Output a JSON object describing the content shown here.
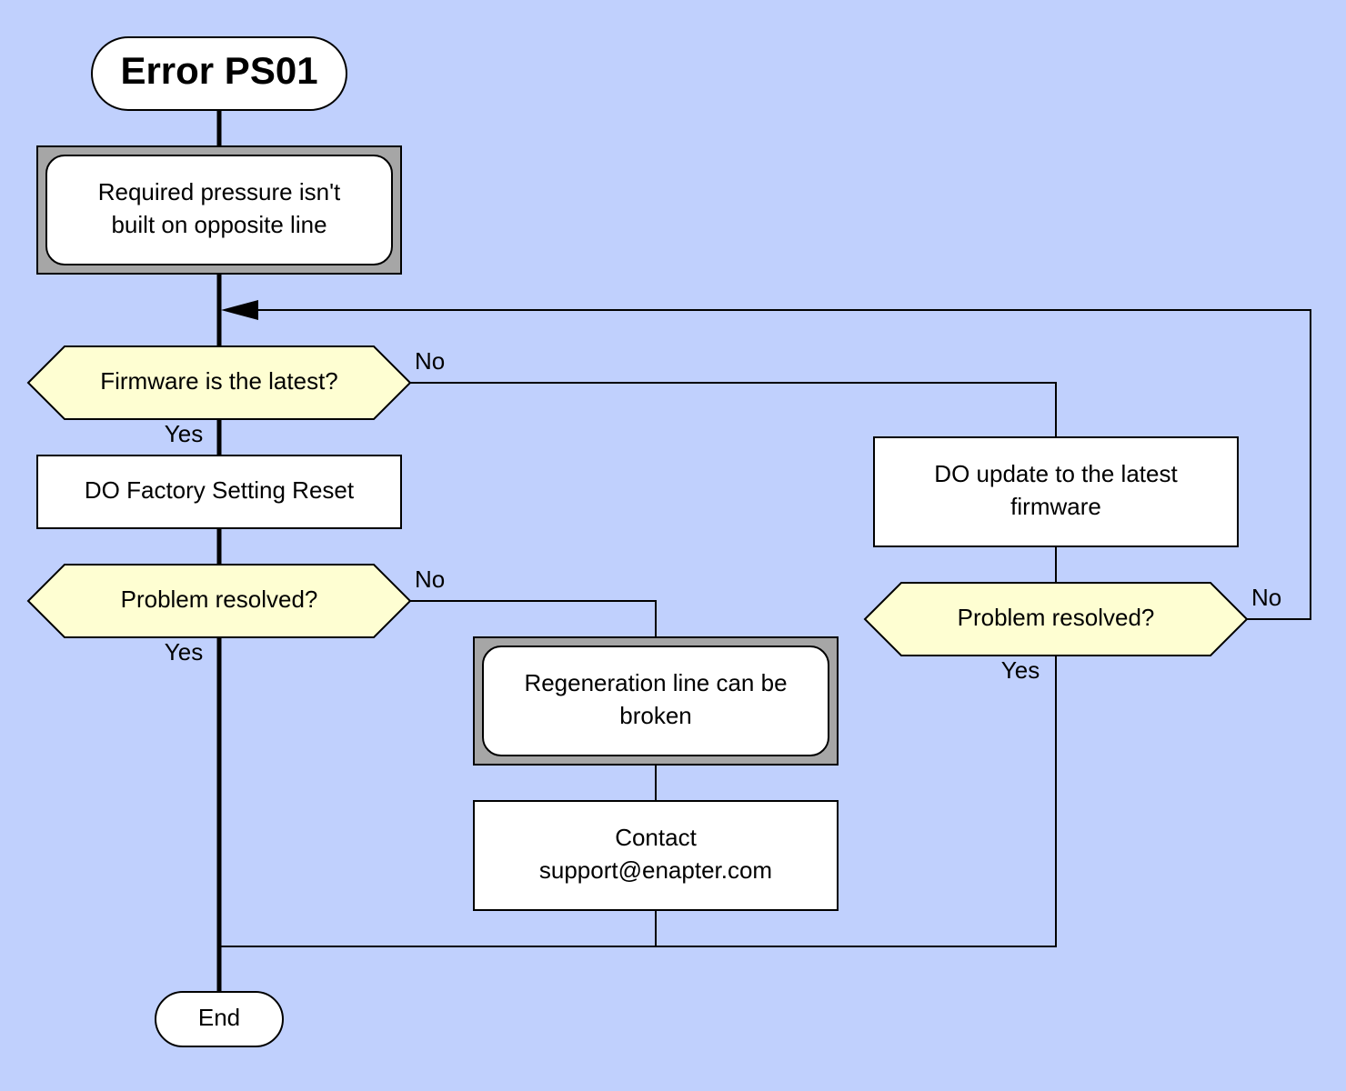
{
  "start": {
    "title": "Error PS01"
  },
  "problem": {
    "line1": "Required pressure isn't",
    "line2": "built on opposite line"
  },
  "decisions": {
    "firmware": "Firmware is the latest?",
    "resolved_after_reset": "Problem resolved?",
    "resolved_after_update": "Problem resolved?"
  },
  "actions": {
    "factory_reset": "DO Factory Setting Reset",
    "update_line1": "DO update to the latest",
    "update_line2": "firmware",
    "contact_line1": "Contact",
    "contact_line2": "support@enapter.com"
  },
  "notes": {
    "regeneration_line1": "Regeneration line can be",
    "regeneration_line2": "broken"
  },
  "edges": {
    "firmware_no": "No",
    "firmware_yes": "Yes",
    "reset_no": "No",
    "reset_yes": "Yes",
    "update_no": "No",
    "update_yes": "Yes"
  },
  "end": {
    "label": "End"
  },
  "colors": {
    "background": "#c0d0fd",
    "decision_fill": "#fefed2",
    "frame_fill": "#a6a6a6",
    "box_fill": "#ffffff"
  }
}
